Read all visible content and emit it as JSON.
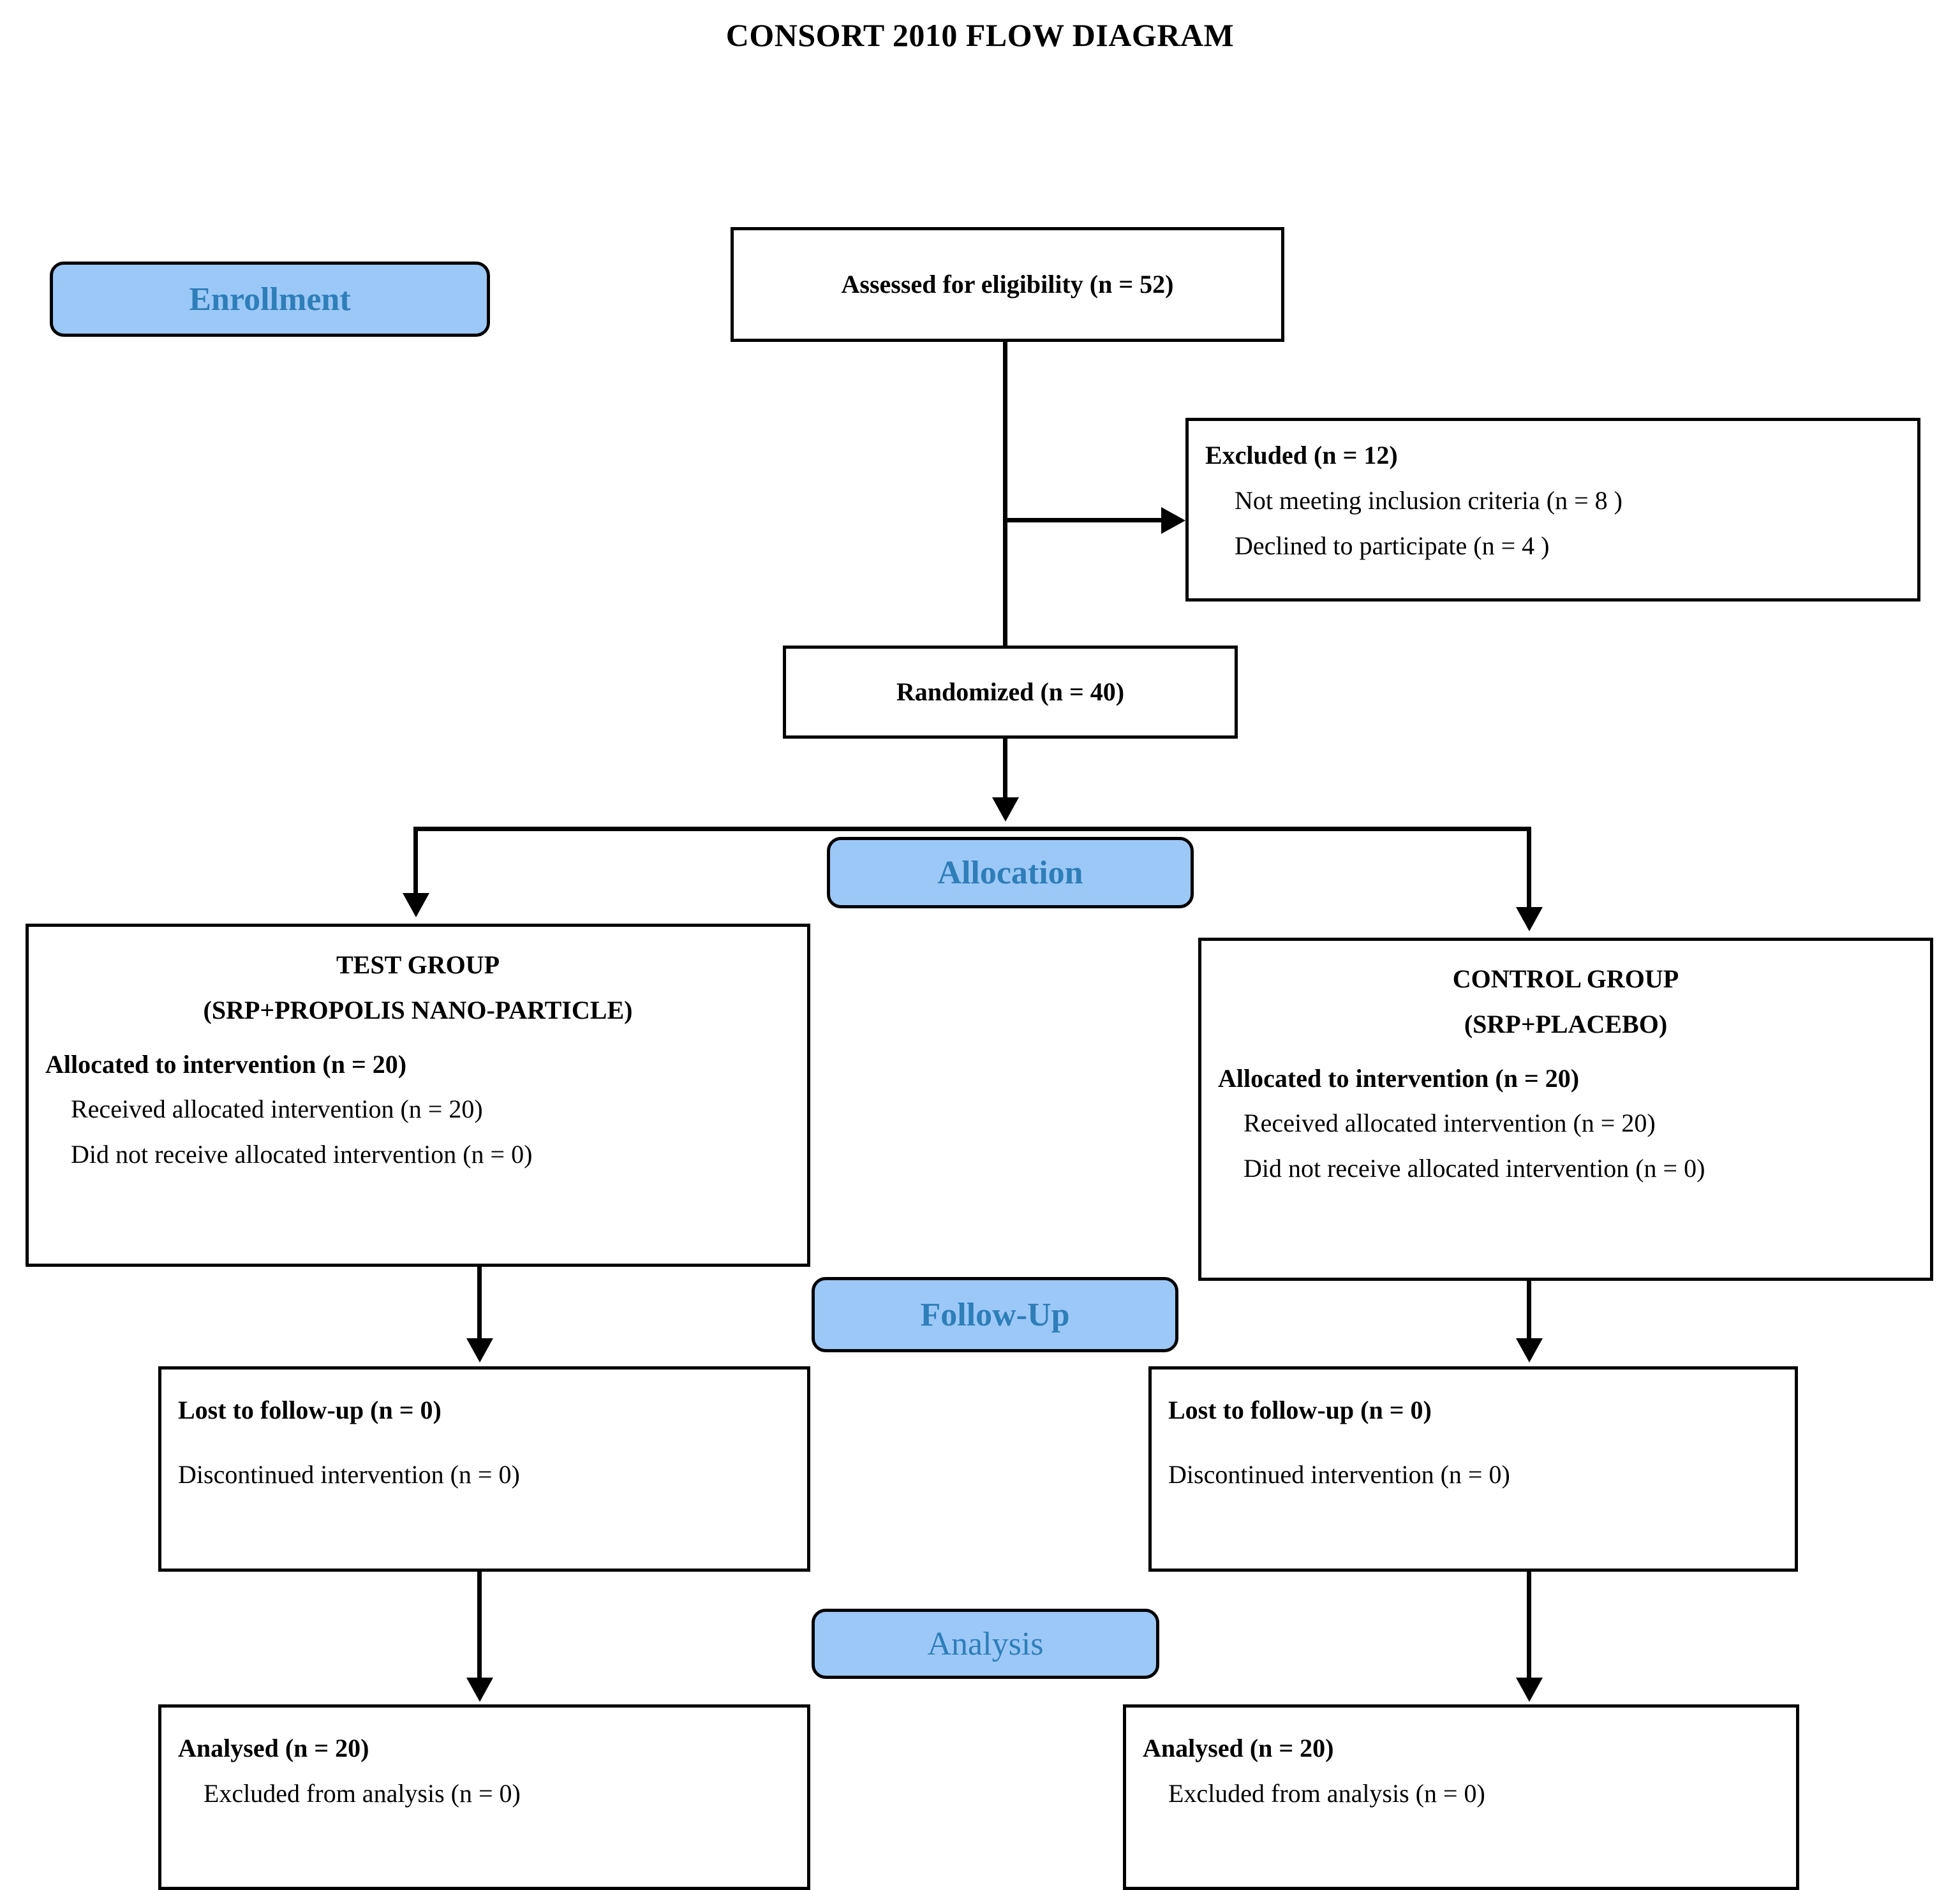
{
  "title": "CONSORT 2010 FLOW DIAGRAM",
  "stages": {
    "enrollment": "Enrollment",
    "allocation": "Allocation",
    "followup": "Follow-Up",
    "analysis": "Analysis"
  },
  "eligibility": {
    "text": "Assessed for eligibility (n = 52)"
  },
  "excluded": {
    "heading": "Excluded (n = 12)",
    "items": [
      "Not meeting inclusion criteria (n = 8 )",
      "Declined to participate (n = 4 )"
    ]
  },
  "randomized": {
    "text": "Randomized (n = 40)"
  },
  "test_group": {
    "title_line1": "TEST GROUP",
    "title_line2": "(SRP+PROPOLIS NANO-PARTICLE)",
    "allocated": "Allocated to intervention (n = 20)",
    "items": [
      "Received allocated intervention (n = 20)",
      "Did not receive allocated intervention (n = 0)"
    ]
  },
  "control_group": {
    "title_line1": "CONTROL GROUP",
    "title_line2": "(SRP+PLACEBO)",
    "allocated": "Allocated to intervention (n = 20)",
    "items": [
      "Received allocated intervention (n = 20)",
      "Did not receive allocated intervention (n = 0)"
    ]
  },
  "followup_test": {
    "heading": "Lost to follow-up (n = 0)",
    "items": [
      "Discontinued intervention (n = 0)"
    ]
  },
  "followup_control": {
    "heading": "Lost to follow-up (n = 0)",
    "items": [
      "Discontinued intervention (n = 0)"
    ]
  },
  "analysis_test": {
    "heading": "Analysed (n = 20)",
    "items": [
      "Excluded from analysis (n = 0)"
    ]
  },
  "analysis_control": {
    "heading": "Analysed (n = 20)",
    "items": [
      "Excluded from analysis (n = 0)"
    ]
  },
  "colors": {
    "badge_fill": "#9CC8F8",
    "badge_text": "#2E7EB8",
    "stroke": "#000000",
    "box_fill": "#FFFFFF"
  }
}
